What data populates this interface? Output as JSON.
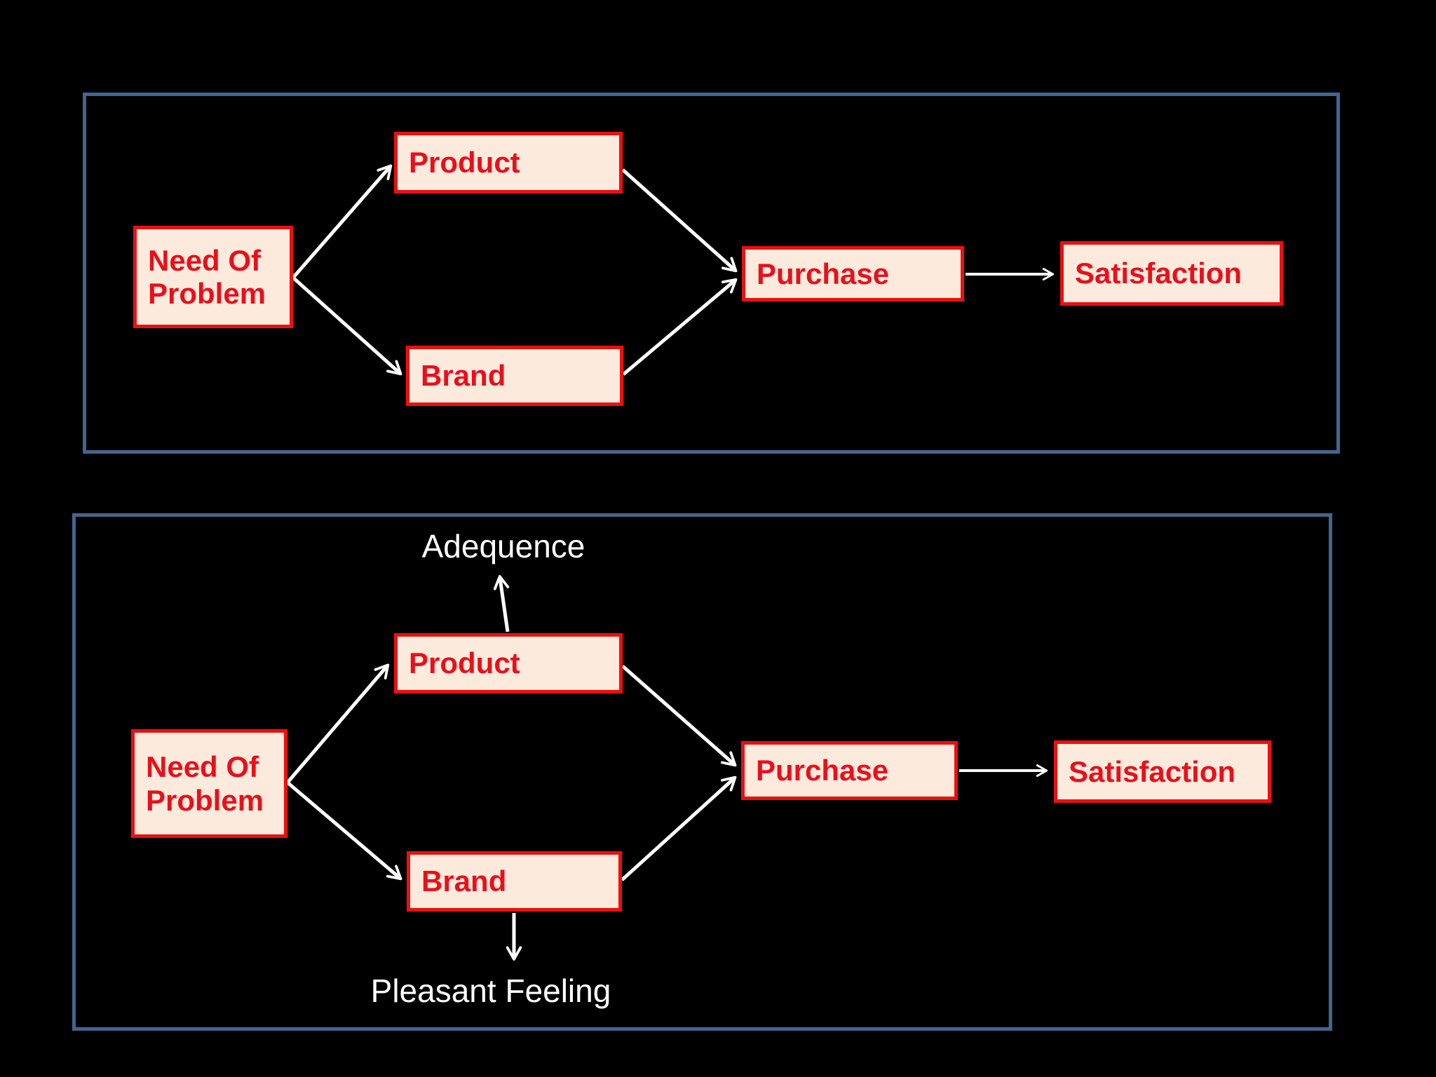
{
  "slide": {
    "background_color": "#000000"
  },
  "colors": {
    "container_border": "#44658e",
    "node_fill": "#fcebdd",
    "node_border": "#ee0f0f",
    "node_text": "#e8101c",
    "arrow": "#ffffff",
    "annotation_text": "#ffffff"
  },
  "diagram_top": {
    "nodes": {
      "need_of_problem": "Need Of Problem",
      "product": "Product",
      "brand": "Brand",
      "purchase": "Purchase",
      "satisfaction": "Satisfaction"
    }
  },
  "diagram_bottom": {
    "nodes": {
      "need_of_problem": "Need Of Problem",
      "product": "Product",
      "brand": "Brand",
      "purchase": "Purchase",
      "satisfaction": "Satisfaction"
    },
    "annotations": {
      "adequence": "Adequence",
      "pleasant_feeling": "Pleasant Feeling"
    }
  }
}
